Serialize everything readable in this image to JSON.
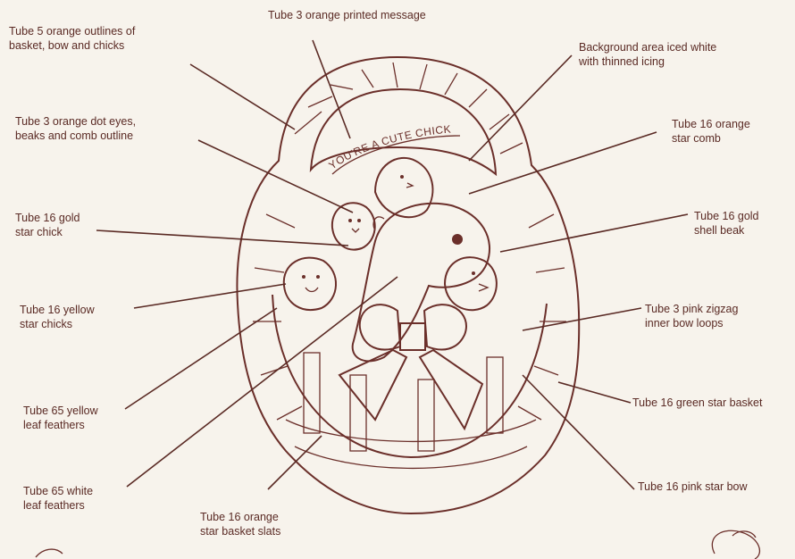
{
  "callouts": [
    {
      "id": "tube5",
      "text": "Tube 5 orange outlines of\nbasket, bow and chicks"
    },
    {
      "id": "tube3msg",
      "text": "Tube 3 orange printed message"
    },
    {
      "id": "background",
      "text": "Background area iced white\nwith thinned icing"
    },
    {
      "id": "tube3dot",
      "text": "Tube 3 orange dot eyes,\nbeaks and comb outline"
    },
    {
      "id": "tube16comb",
      "text": "Tube 16 orange\nstar comb"
    },
    {
      "id": "tube16goldchick",
      "text": "Tube 16 gold\nstar chick"
    },
    {
      "id": "tube16goldbeak",
      "text": "Tube 16 gold\nshell beak"
    },
    {
      "id": "tube16yellow",
      "text": "Tube 16 yellow\nstar chicks"
    },
    {
      "id": "tube3pink",
      "text": "Tube 3 pink zigzag\ninner bow loops"
    },
    {
      "id": "tube65yellow",
      "text": "Tube 65 yellow\nleaf feathers"
    },
    {
      "id": "tube16green",
      "text": "Tube 16 green star basket"
    },
    {
      "id": "tube65white",
      "text": "Tube 65 white\nleaf feathers"
    },
    {
      "id": "tube16pinkbow",
      "text": "Tube 16 pink star bow"
    },
    {
      "id": "tube16slats",
      "text": "Tube 16 orange\nstar basket slats"
    }
  ],
  "message": "YOU'RE A CUTE CHICK"
}
